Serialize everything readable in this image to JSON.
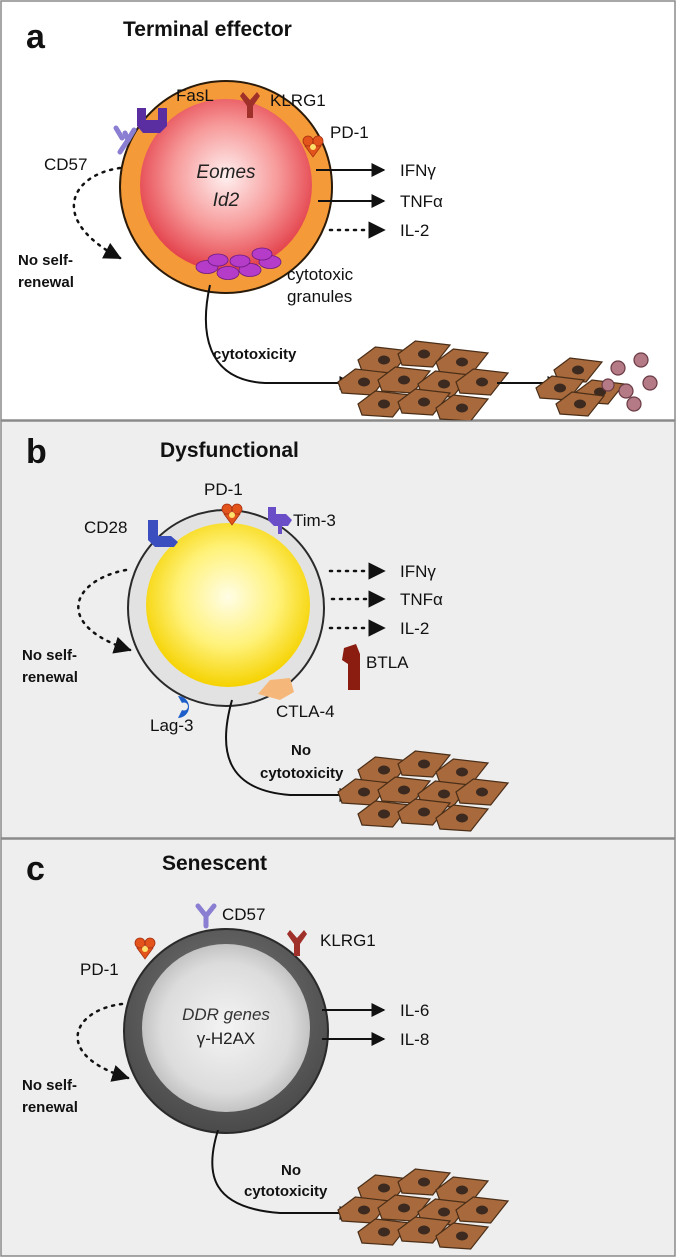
{
  "panels": {
    "a": {
      "letter": "a",
      "title": "Terminal effector",
      "genes": [
        "Eomes",
        "Id2"
      ],
      "receptors": {
        "fasl": "FasL",
        "klrg1": "KLRG1",
        "pd1": "PD-1",
        "cd57": "CD57"
      },
      "outputs": [
        "IFNγ",
        "TNFα",
        "IL-2"
      ],
      "self_renewal": [
        "No self-",
        "renewal"
      ],
      "granules": [
        "cytotoxic",
        "granules"
      ],
      "cytotoxicity": "cytotoxicity"
    },
    "b": {
      "letter": "b",
      "title": "Dysfunctional",
      "receptors": {
        "pd1": "PD-1",
        "cd28": "CD28",
        "tim3": "Tim-3",
        "btla": "BTLA",
        "ctla4": "CTLA-4",
        "lag3": "Lag-3"
      },
      "outputs": [
        "IFNγ",
        "TNFα",
        "IL-2"
      ],
      "self_renewal": [
        "No self-",
        "renewal"
      ],
      "cytotoxicity": [
        "No",
        "cytotoxicity"
      ]
    },
    "c": {
      "letter": "c",
      "title": "Senescent",
      "genes": [
        "DDR genes",
        "γ-H2AX"
      ],
      "receptors": {
        "cd57": "CD57",
        "klrg1": "KLRG1",
        "pd1": "PD-1"
      },
      "outputs": [
        "IL-6",
        "IL-8"
      ],
      "self_renewal": [
        "No self-",
        "renewal"
      ],
      "cytotoxicity": [
        "No",
        "cytotoxicity"
      ]
    }
  },
  "colors": {
    "border": "#8a8a8a",
    "panel_bg_a": "#ffffff",
    "panel_bg_b": "#eeeeee",
    "panel_bg_c": "#eeeeee",
    "tumor_fill": "#a86a3c",
    "tumor_nucleus": "#3c2a20",
    "granule": "#b43cc8",
    "pd1": "#e2541c",
    "klrg1": "#a0302a",
    "fasl": "#5a2ea0",
    "cd57": "#8a7ed2",
    "cd28": "#3a4ec0",
    "tim3": "#6a4ec8",
    "btla": "#8a1c10",
    "ctla4": "#f6b87a",
    "lag3": "#1e5ec8"
  }
}
